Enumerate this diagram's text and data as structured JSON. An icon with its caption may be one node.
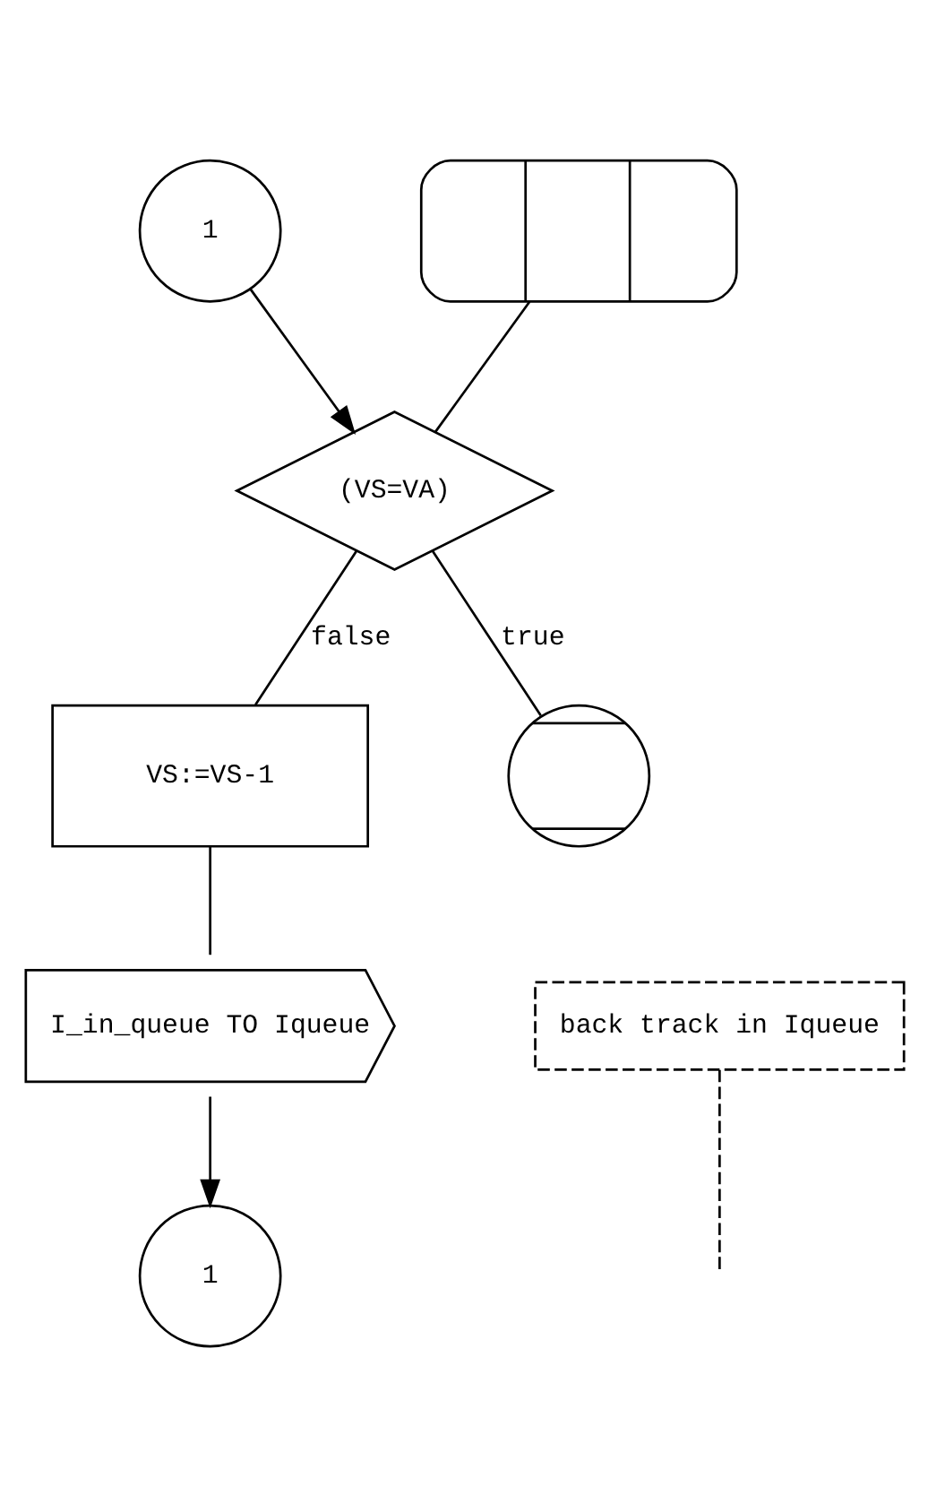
{
  "diagram": {
    "nodes": [
      {
        "text": [
          "1"
        ]
      },
      {
        "text": [],
        "shape": "stadium"
      },
      {
        "text": [
          "(VS=VA)"
        ]
      },
      {
        "text": [
          "VS:=VS-1"
        ]
      },
      {
        "text": [
          "I_in_queue TO Iqueue"
        ]
      },
      {
        "text": [],
        "shape": "circle"
      },
      {
        "text": [
          "back track in Iqueue"
        ]
      },
      {
        "text": [
          "1"
        ]
      }
    ],
    "edges": [
      {
        "from": 0,
        "to": 2,
        "arrow": "to"
      },
      {
        "from": 1,
        "to": 2,
        "arrow": "none"
      },
      {
        "from": 2,
        "to": 3,
        "label": "false",
        "arrow": "none"
      },
      {
        "from": 2,
        "to": 5,
        "label": "true",
        "arrow": "none"
      },
      {
        "from": 3,
        "to": 4,
        "arrow": "none"
      },
      {
        "from": 4,
        "to": 7,
        "arrow": "to"
      },
      {
        "from": 6,
        "to": null,
        "arrow": "none",
        "style": "dashed"
      }
    ]
  }
}
